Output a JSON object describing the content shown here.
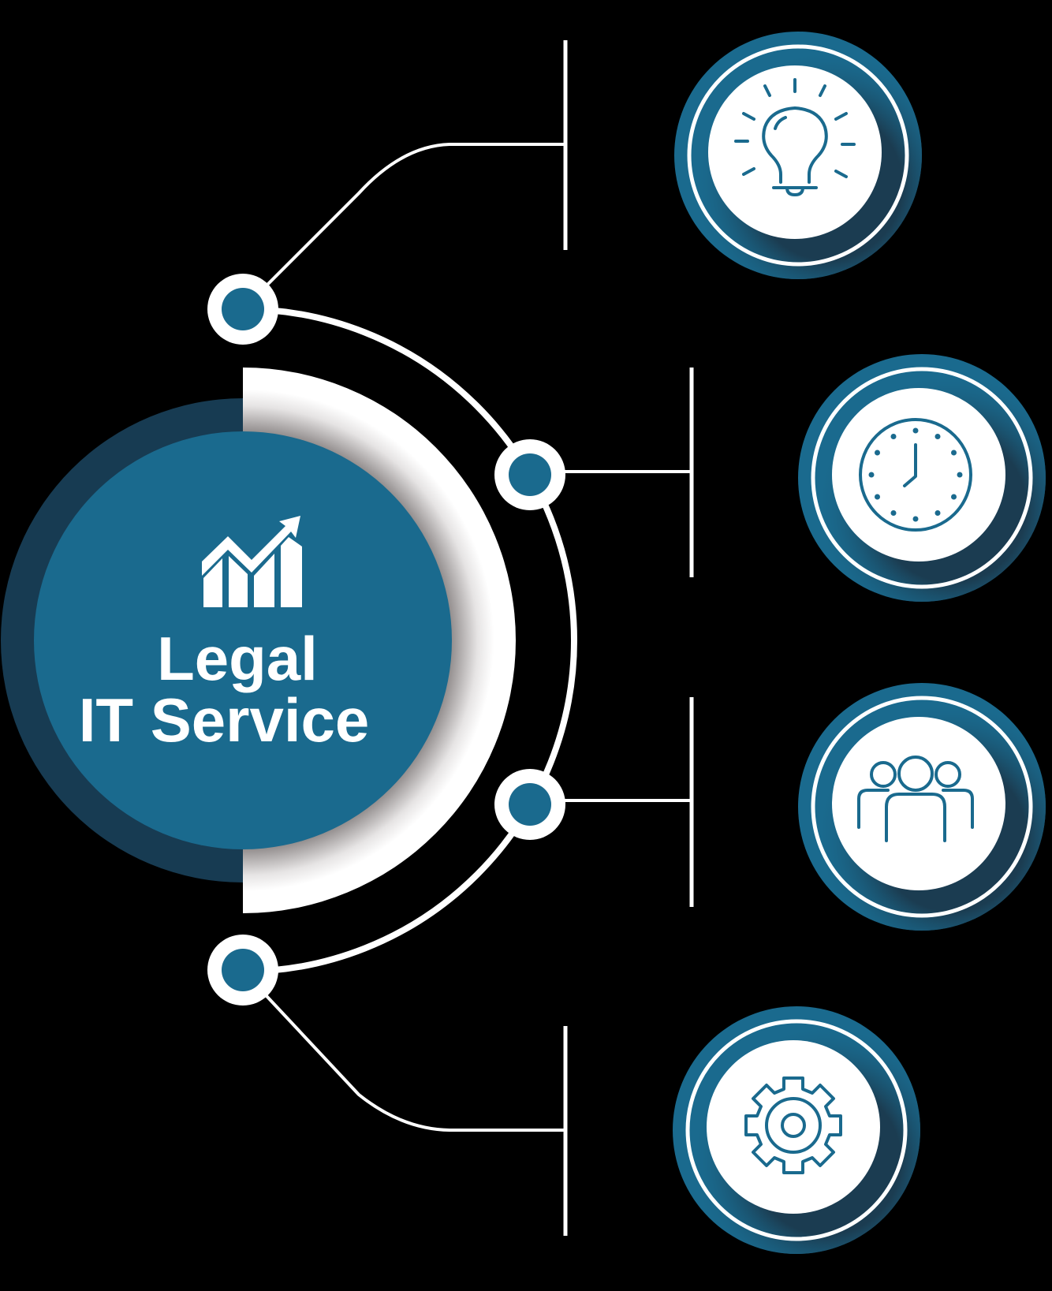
{
  "diagram": {
    "title_line1": "Legal",
    "title_line2": "IT Service",
    "center_icon": "growth-chart-icon",
    "items": [
      {
        "index": 1,
        "icon": "lightbulb-icon",
        "label": ""
      },
      {
        "index": 2,
        "icon": "clock-icon",
        "label": ""
      },
      {
        "index": 3,
        "icon": "team-people-icon",
        "label": ""
      },
      {
        "index": 4,
        "icon": "gear-icon",
        "label": ""
      }
    ]
  },
  "colors": {
    "background": "#000000",
    "primary_teal": "#1a6a8e",
    "dark_navy": "#173b52",
    "white": "#ffffff",
    "shadow": "#2c4454"
  }
}
